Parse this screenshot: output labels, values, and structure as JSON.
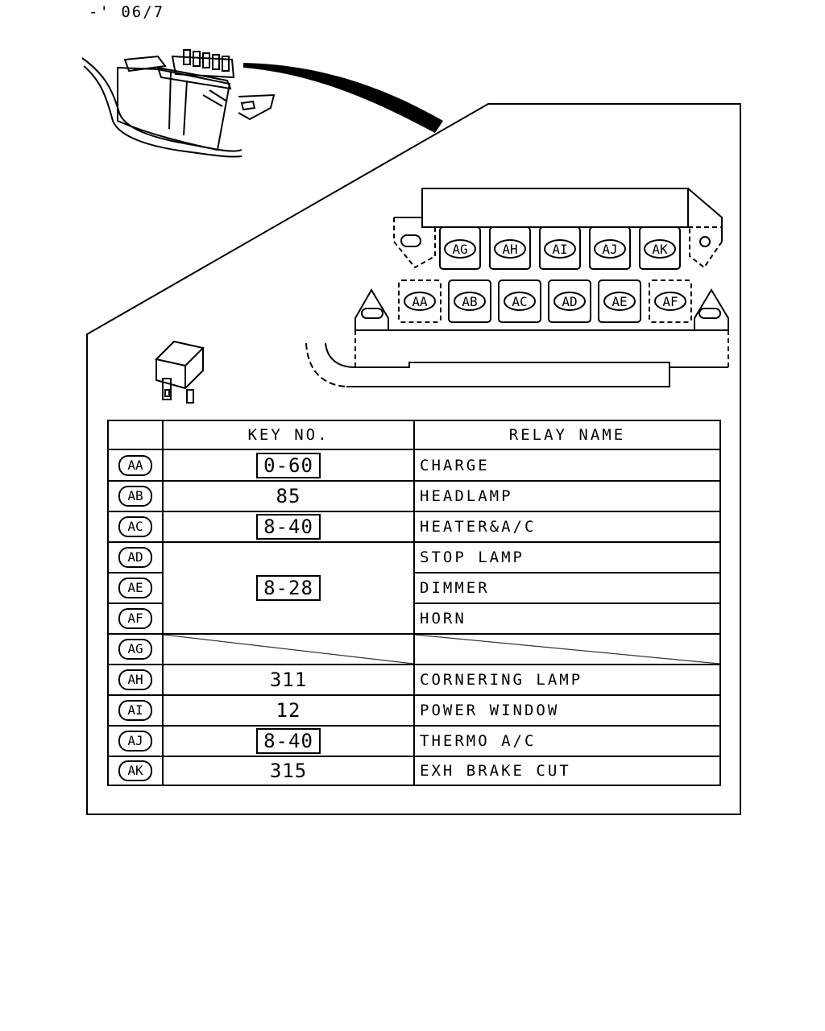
{
  "code_label": "-' 06/7",
  "connector": {
    "top_row": [
      "AG",
      "AH",
      "AI",
      "AJ",
      "AK"
    ],
    "bottom_row": [
      "AA",
      "AB",
      "AC",
      "AD",
      "AE",
      "AF"
    ]
  },
  "table": {
    "header_key": "KEY NO.",
    "header_name": "RELAY NAME",
    "rows": [
      {
        "code": "AA",
        "key": "0-60",
        "boxed": true,
        "name": "CHARGE"
      },
      {
        "code": "AB",
        "key": "85",
        "boxed": false,
        "name": "HEADLAMP"
      },
      {
        "code": "AC",
        "key": "8-40",
        "boxed": true,
        "name": "HEATER&A/C"
      },
      {
        "code": "AD",
        "key": "8-28",
        "boxed": true,
        "name": "STOP LAMP"
      },
      {
        "code": "AE",
        "key": "",
        "boxed": false,
        "name": "DIMMER"
      },
      {
        "code": "AF",
        "key": "",
        "boxed": false,
        "name": "HORN"
      },
      {
        "code": "AG",
        "key": "",
        "boxed": false,
        "name": ""
      },
      {
        "code": "AH",
        "key": "311",
        "boxed": false,
        "name": "CORNERING LAMP"
      },
      {
        "code": "AI",
        "key": "12",
        "boxed": false,
        "name": "POWER WINDOW"
      },
      {
        "code": "AJ",
        "key": "8-40",
        "boxed": true,
        "name": "THERMO A/C"
      },
      {
        "code": "AK",
        "key": "315",
        "boxed": false,
        "name": "EXH BRAKE CUT"
      }
    ]
  }
}
